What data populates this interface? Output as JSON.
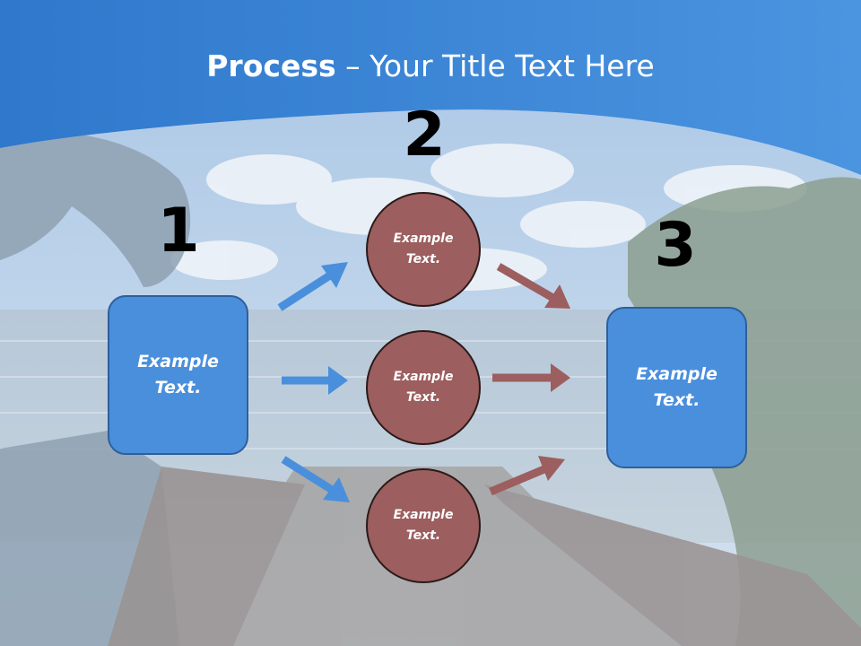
{
  "title": {
    "bold": "Process",
    "rest": " – Your Title Text Here"
  },
  "steps": [
    {
      "number": "1"
    },
    {
      "number": "2"
    },
    {
      "number": "3"
    }
  ],
  "left_box": {
    "text_line1": "Example",
    "text_line2": "Text."
  },
  "right_box": {
    "text_line1": "Example",
    "text_line2": "Text."
  },
  "circles": [
    {
      "text_line1": "Example",
      "text_line2": "Text."
    },
    {
      "text_line1": "Example",
      "text_line2": "Text."
    },
    {
      "text_line1": "Example",
      "text_line2": "Text."
    }
  ],
  "colors": {
    "header_blue": "#3d86d8",
    "box_blue": "#4a8fdc",
    "arrow_blue": "#4a8fdc",
    "circle_fill": "#9c5e5e",
    "arrow_red": "#9c5e5e"
  }
}
